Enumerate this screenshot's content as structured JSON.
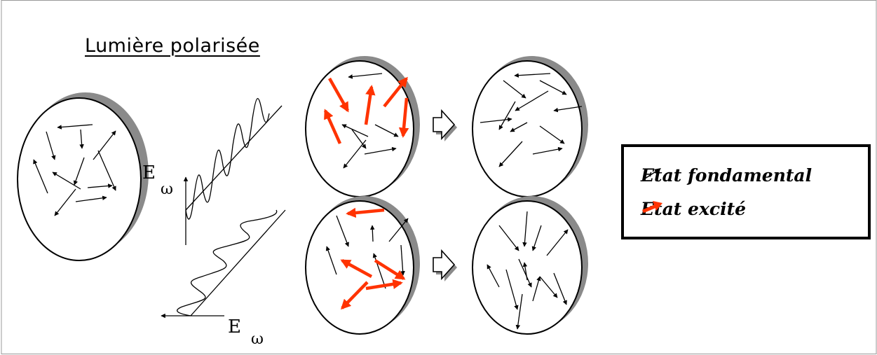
{
  "title": "Lumière polarisée",
  "field_label_vertical": {
    "main": "E",
    "sub": "ω"
  },
  "field_label_horizontal": {
    "main": "E",
    "sub": "ω"
  },
  "legend": {
    "ground_state": {
      "label": "Etat fondamental",
      "color": "#000000"
    },
    "excited_state": {
      "label": "Etat excité",
      "color": "#ff3300"
    }
  },
  "colors": {
    "excited": "#ff3300",
    "ground": "#000000",
    "shadow": "#8a8a8a",
    "frame": "#999999"
  }
}
